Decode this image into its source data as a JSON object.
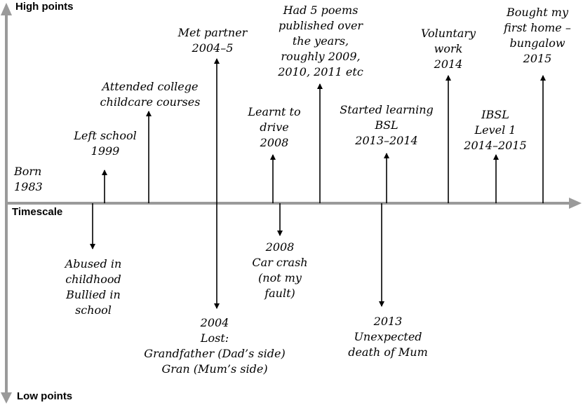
{
  "axis": {
    "high_label": "High points",
    "low_label": "Low points",
    "time_label": "Timescale",
    "axis_color": "#9a9a9a",
    "arrow_color": "#000000"
  },
  "born": {
    "lines": [
      "Born",
      "1983"
    ]
  },
  "high_events": [
    {
      "lines": [
        "Left school",
        "1999"
      ]
    },
    {
      "lines": [
        "Attended college",
        "childcare courses"
      ]
    },
    {
      "lines": [
        "Met partner",
        "2004–5"
      ]
    },
    {
      "lines": [
        "Learnt to",
        "drive",
        "2008"
      ]
    },
    {
      "lines": [
        "Had 5 poems",
        "published over",
        "the years,",
        "roughly 2009,",
        "2010, 2011 etc"
      ]
    },
    {
      "lines": [
        "Started learning",
        "BSL",
        "2013–2014"
      ]
    },
    {
      "lines": [
        "Voluntary",
        "work",
        "2014"
      ]
    },
    {
      "lines": [
        "IBSL",
        "Level 1",
        "2014–2015"
      ]
    },
    {
      "lines": [
        "Bought my",
        "first home –",
        "bungalow",
        "2015"
      ]
    }
  ],
  "low_events": [
    {
      "lines": [
        "Abused in",
        "childhood",
        "Bullied in",
        "school"
      ]
    },
    {
      "lines": [
        "2004",
        "Lost:",
        "Grandfather (Dad’s side)",
        "Gran (Mum’s side)"
      ]
    },
    {
      "lines": [
        "2008",
        "Car crash",
        "(not my",
        "fault)"
      ]
    },
    {
      "lines": [
        "2013",
        "Unexpected",
        "death of Mum"
      ]
    }
  ]
}
